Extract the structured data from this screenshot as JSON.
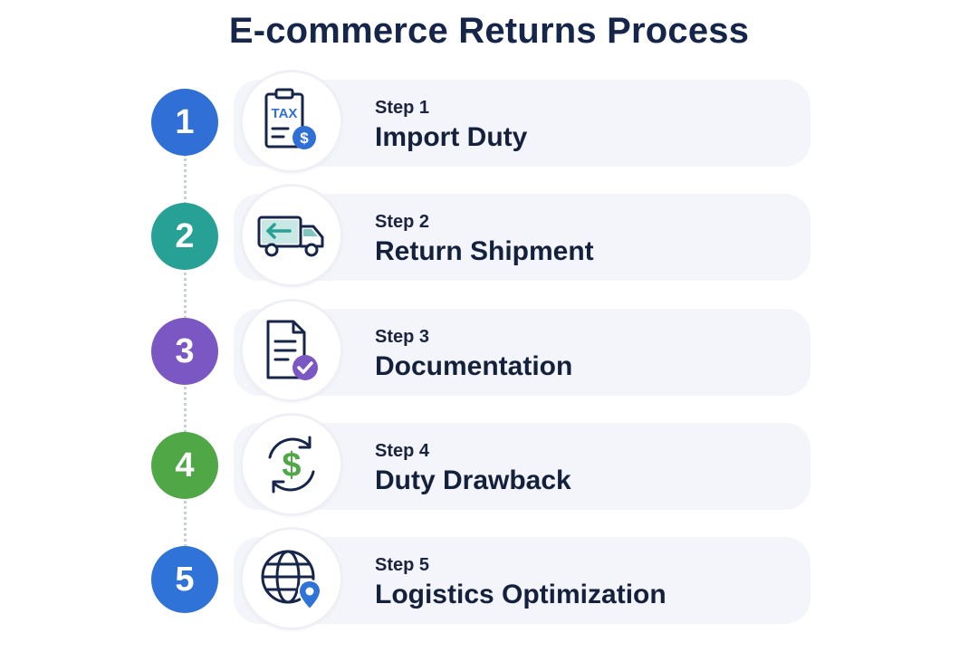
{
  "title": "E-commerce Returns Process",
  "steps": [
    {
      "number": "1",
      "label": "Step 1",
      "title": "Import Duty",
      "color": "#2f6fd6",
      "icon": "tax-document-icon",
      "icon_text": "TAX"
    },
    {
      "number": "2",
      "label": "Step 2",
      "title": "Return Shipment",
      "color": "#27a095",
      "icon": "delivery-truck-icon"
    },
    {
      "number": "3",
      "label": "Step 3",
      "title": "Documentation",
      "color": "#7b57c4",
      "icon": "document-check-icon"
    },
    {
      "number": "4",
      "label": "Step 4",
      "title": "Duty Drawback",
      "color": "#4fa845",
      "icon": "dollar-refresh-icon"
    },
    {
      "number": "5",
      "label": "Step 5",
      "title": "Logistics Optimization",
      "color": "#2f72d8",
      "icon": "globe-location-icon"
    }
  ]
}
